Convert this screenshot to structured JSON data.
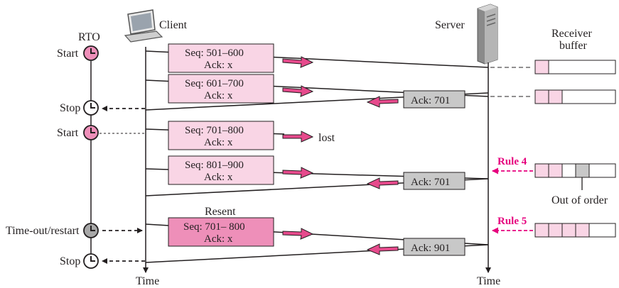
{
  "title_rto": "RTO",
  "client_label": "Client",
  "server_label": "Server",
  "receiver_buffer": {
    "line1": "Receiver",
    "line2": "buffer"
  },
  "timer_labels": {
    "start1": "Start",
    "stop1": "Stop",
    "start2": "Start",
    "timeout_restart": "Time-out/restart",
    "stop2": "Stop"
  },
  "segments": [
    {
      "seq": "Seq: 501–600",
      "ack": "Ack: x"
    },
    {
      "seq": "Seq: 601–700",
      "ack": "Ack: x"
    },
    {
      "seq": "Seq: 701–800",
      "ack": "Ack: x"
    },
    {
      "seq": "Seq: 801–900",
      "ack": "Ack: x"
    },
    {
      "seq": "Seq: 701– 800",
      "ack": "Ack: x"
    }
  ],
  "acks": [
    "Ack: 701",
    "Ack: 701",
    "Ack: 901"
  ],
  "lost_label": "lost",
  "resent_label": "Resent",
  "rules": [
    "Rule 4",
    "Rule 5"
  ],
  "out_of_order": "Out of order",
  "time_label_client": "Time",
  "time_label_server": "Time",
  "colors": {
    "segment_fill": "#f9d5e5",
    "resent_fill": "#ee8fb9",
    "ack_fill": "#c8c8c8",
    "arrow": "#e64a8c",
    "rule": "#e6007e",
    "ink": "#231f20"
  }
}
